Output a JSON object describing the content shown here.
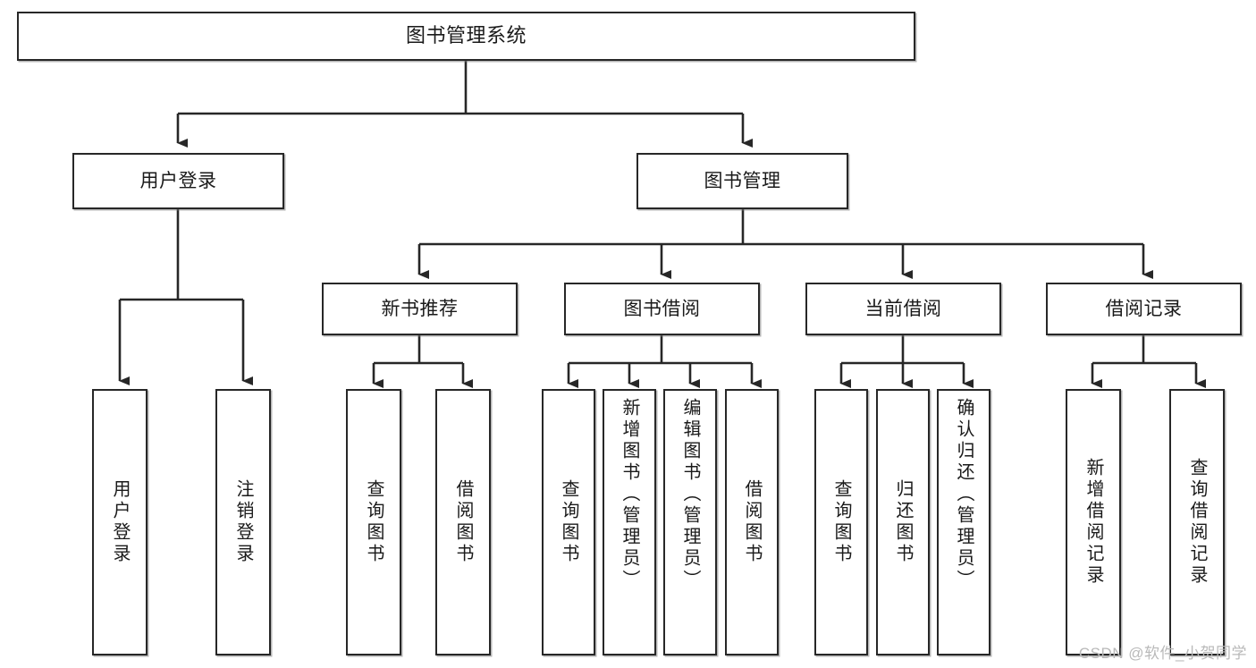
{
  "diagram": {
    "title": "图书管理系统",
    "watermark": "CSDN @软件_小贺同学",
    "stroke_color": "#272727",
    "fill_color": "#ffffff",
    "background_color": "#ffffff",
    "watermark_color": "#b9b9b9"
  },
  "nodes": {
    "root": {
      "label": "图书管理系统"
    },
    "level1": [
      {
        "label": "用户登录"
      },
      {
        "label": "图书管理"
      }
    ],
    "level2": [
      {
        "label": "新书推荐"
      },
      {
        "label": "图书借阅"
      },
      {
        "label": "当前借阅"
      },
      {
        "label": "借阅记录"
      }
    ],
    "leaves_user_login": [
      {
        "label": "用户登录"
      },
      {
        "label": "注销登录"
      }
    ],
    "leaves_new_book": [
      {
        "label": "查询图书"
      },
      {
        "label": "借阅图书"
      }
    ],
    "leaves_borrow": [
      {
        "label": "查询图书"
      },
      {
        "label": "新增图书（管理员）"
      },
      {
        "label": "编辑图书（管理员）"
      },
      {
        "label": "借阅图书"
      }
    ],
    "leaves_current": [
      {
        "label": "查询图书"
      },
      {
        "label": "归还图书"
      },
      {
        "label": "确认归还（管理员）"
      }
    ],
    "leaves_records": [
      {
        "label": "新增借阅记录"
      },
      {
        "label": "查询借阅记录"
      }
    ]
  }
}
